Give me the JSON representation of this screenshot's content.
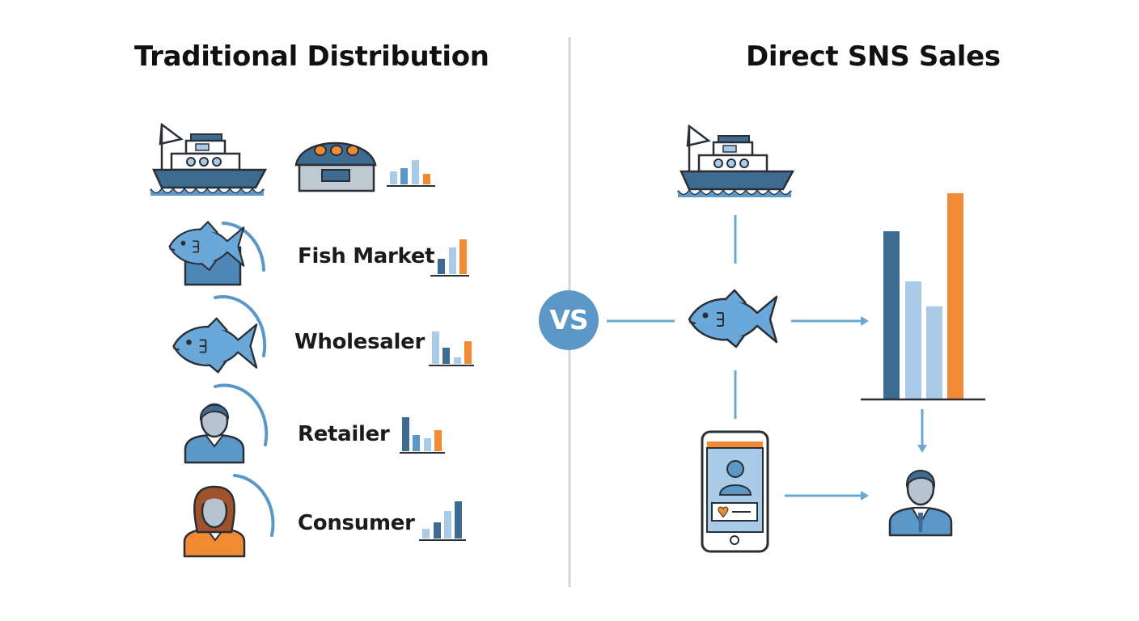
{
  "headings": {
    "left": "Traditional Distribution",
    "right": "Direct SNS Sales"
  },
  "traditional_steps": [
    "Fish Market",
    "Wholesaler",
    "Retailer",
    "Consumer"
  ],
  "vs_label": "VS",
  "colors": {
    "dark_blue": "#3e6b91",
    "mid_blue": "#5b97c7",
    "light_blue": "#a9cbe8",
    "orange": "#f08a33",
    "outline": "#2a2f36",
    "divider": "#d4d4d4",
    "connector": "#6aa8d4"
  },
  "icons": [
    "boat-icon",
    "market-stall-icon",
    "fish-icon",
    "person-icon",
    "woman-icon",
    "smartphone-icon",
    "businessman-icon",
    "bar-chart-icon"
  ]
}
